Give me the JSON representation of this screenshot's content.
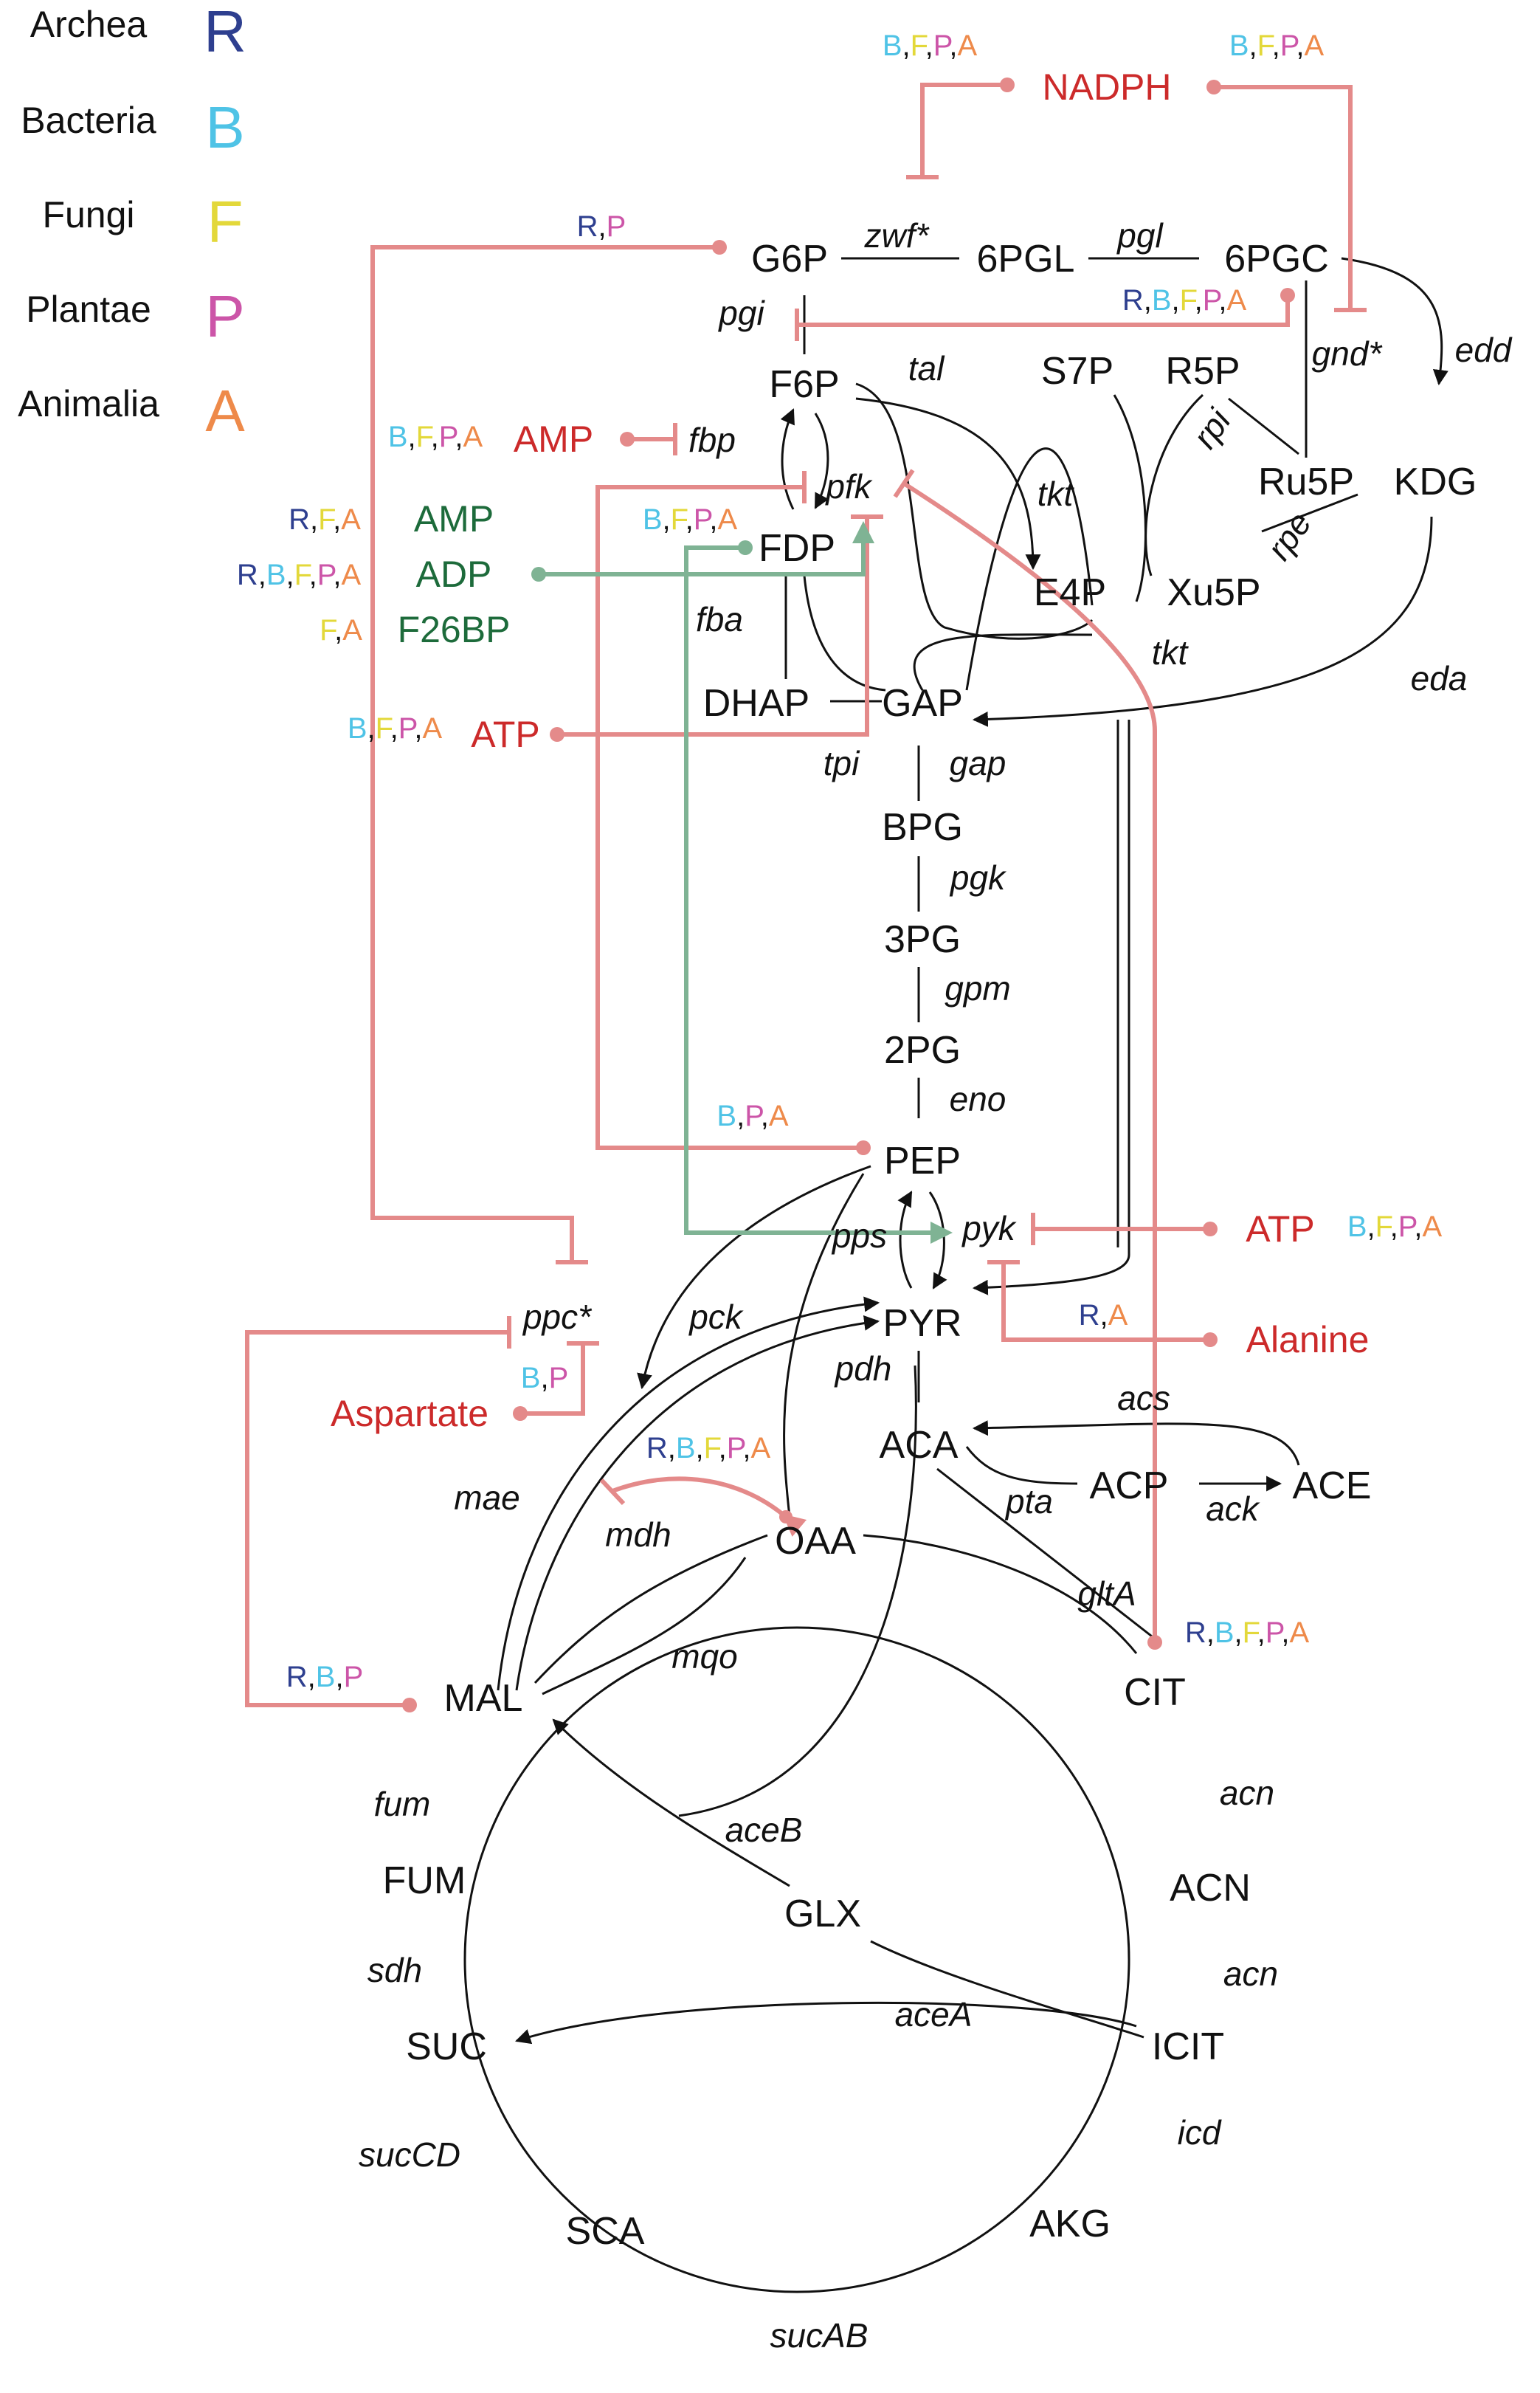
{
  "colors": {
    "black": "#111111",
    "R": "#2e3f8f",
    "B": "#4fc3e6",
    "F": "#e3d83a",
    "P": "#cc55a8",
    "A": "#ee8a4a",
    "regulator_red": "#cc2a2a",
    "regulator_green": "#1d6b3b",
    "inhibition_line": "#e48a8a",
    "activation_line": "#7fb394"
  },
  "legend": [
    {
      "name": "Archea",
      "letter": "R"
    },
    {
      "name": "Bacteria",
      "letter": "B"
    },
    {
      "name": "Fungi",
      "letter": "F"
    },
    {
      "name": "Plantae",
      "letter": "P"
    },
    {
      "name": "Animalia",
      "letter": "A"
    }
  ],
  "metabolites": {
    "G6P": "G6P",
    "PGL6": "6PGL",
    "PGC6": "6PGC",
    "F6P": "F6P",
    "S7P": "S7P",
    "R5P": "R5P",
    "Ru5P": "Ru5P",
    "KDG": "KDG",
    "FDP": "FDP",
    "E4P": "E4P",
    "Xu5P": "Xu5P",
    "DHAP": "DHAP",
    "GAP": "GAP",
    "BPG": "BPG",
    "PG3": "3PG",
    "PG2": "2PG",
    "PEP": "PEP",
    "PYR": "PYR",
    "ACA": "ACA",
    "ACP": "ACP",
    "ACE": "ACE",
    "OAA": "OAA",
    "MAL": "MAL",
    "CIT": "CIT",
    "FUM": "FUM",
    "GLX": "GLX",
    "ACN": "ACN",
    "SUC": "SUC",
    "ICIT": "ICIT",
    "SCA": "SCA",
    "AKG": "AKG"
  },
  "enzymes": {
    "zwf": "zwf*",
    "pgl": "pgl",
    "pgi": "pgi",
    "gnd": "gnd*",
    "edd": "edd",
    "tal": "tal",
    "rpi": "rpi",
    "fbp": "fbp",
    "pfk": "pfk",
    "tkt1": "tkt",
    "rpe": "rpe",
    "fba": "fba",
    "tkt2": "tkt",
    "eda": "eda",
    "tpi": "tpi",
    "gap": "gap",
    "pgk": "pgk",
    "gpm": "gpm",
    "eno": "eno",
    "pps": "pps",
    "pyk": "pyk",
    "ppc": "ppc*",
    "pck": "pck",
    "pdh": "pdh",
    "acs": "acs",
    "pta": "pta",
    "ack": "ack",
    "mae": "mae",
    "mdh": "mdh",
    "mqo": "mqo",
    "gltA": "gltA",
    "fum": "fum",
    "acn1": "acn",
    "aceB": "aceB",
    "sdh": "sdh",
    "acn2": "acn",
    "aceA": "aceA",
    "icd": "icd",
    "sucCD": "sucCD",
    "sucAB": "sucAB"
  },
  "regulators": {
    "nadph": {
      "label": "NADPH",
      "color": "red"
    },
    "amp_red": {
      "label": "AMP",
      "color": "red"
    },
    "amp_green": {
      "label": "AMP",
      "color": "green"
    },
    "adp": {
      "label": "ADP",
      "color": "green"
    },
    "f26bp": {
      "label": "F26BP",
      "color": "green"
    },
    "atp_left": {
      "label": "ATP",
      "color": "red"
    },
    "atp_right": {
      "label": "ATP",
      "color": "red"
    },
    "alanine": {
      "label": "Alanine",
      "color": "red"
    },
    "aspartate": {
      "label": "Aspartate",
      "color": "red"
    }
  },
  "taxa_tags": {
    "nadph_left": [
      "B",
      "F",
      "P",
      "A"
    ],
    "nadph_right": [
      "B",
      "F",
      "P",
      "A"
    ],
    "g6p": [
      "R",
      "P"
    ],
    "pgc6": [
      "R",
      "B",
      "F",
      "P",
      "A"
    ],
    "amp_red": [
      "B",
      "F",
      "P",
      "A"
    ],
    "amp_green": [
      "R",
      "F",
      "A"
    ],
    "fdp": [
      "B",
      "F",
      "P",
      "A"
    ],
    "adp": [
      "R",
      "B",
      "F",
      "P",
      "A"
    ],
    "f26bp": [
      "F",
      "A"
    ],
    "atp_left": [
      "B",
      "F",
      "P",
      "A"
    ],
    "pep": [
      "B",
      "P",
      "A"
    ],
    "atp_right": [
      "B",
      "F",
      "P",
      "A"
    ],
    "alanine": [
      "R",
      "A"
    ],
    "aspartate": [
      "B",
      "P"
    ],
    "oaa": [
      "R",
      "B",
      "F",
      "P",
      "A"
    ],
    "cit": [
      "R",
      "B",
      "F",
      "P",
      "A"
    ],
    "mal": [
      "R",
      "B",
      "P"
    ]
  }
}
